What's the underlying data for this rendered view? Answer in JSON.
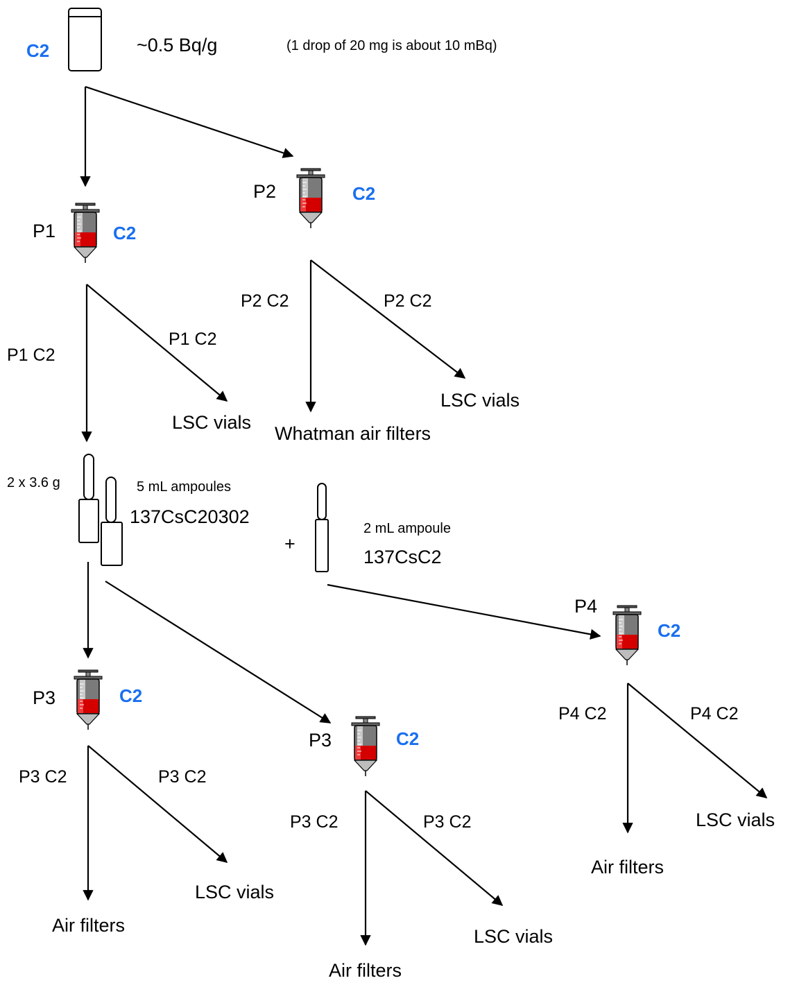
{
  "colors": {
    "c2_label": "#1a6ff0",
    "liquid": "#d40000",
    "barrel": "#8c8c8c"
  },
  "source": {
    "label": "C2",
    "activity": "~0.5 Bq/g",
    "note": "(1 drop of 20 mg is about 10 mBq)"
  },
  "syringes": {
    "p1": {
      "label": "P1",
      "tag": "C2"
    },
    "p2": {
      "label": "P2",
      "tag": "C2"
    },
    "p3a": {
      "label": "P3",
      "tag": "C2"
    },
    "p3b": {
      "label": "P3",
      "tag": "C2"
    },
    "p4": {
      "label": "P4",
      "tag": "C2"
    }
  },
  "branches": {
    "p1_left": "P1 C2",
    "p1_right": "P1 C2",
    "p2_left": "P2 C2",
    "p2_right": "P2 C2",
    "p3a_left": "P3 C2",
    "p3a_right": "P3 C2",
    "p3b_left": "P3 C2",
    "p3b_right": "P3 C2",
    "p4_left": "P4 C2",
    "p4_right": "P4 C2"
  },
  "destinations": {
    "p1_lsc": "LSC vials",
    "p2_filters": "Whatman air filters",
    "p2_lsc": "LSC vials",
    "p3a_filters": "Air filters",
    "p3a_lsc": "LSC vials",
    "p3b_filters": "Air filters",
    "p3b_lsc": "LSC vials",
    "p4_filters": "Air filters",
    "p4_lsc": "LSC vials"
  },
  "ampoules": {
    "mass": "2 x 3.6 g",
    "five_ml_label": "5 mL ampoules",
    "five_ml_code": "137CsC20302",
    "plus": "+",
    "two_ml_label": "2 mL ampoule",
    "two_ml_code": "137CsC2"
  }
}
